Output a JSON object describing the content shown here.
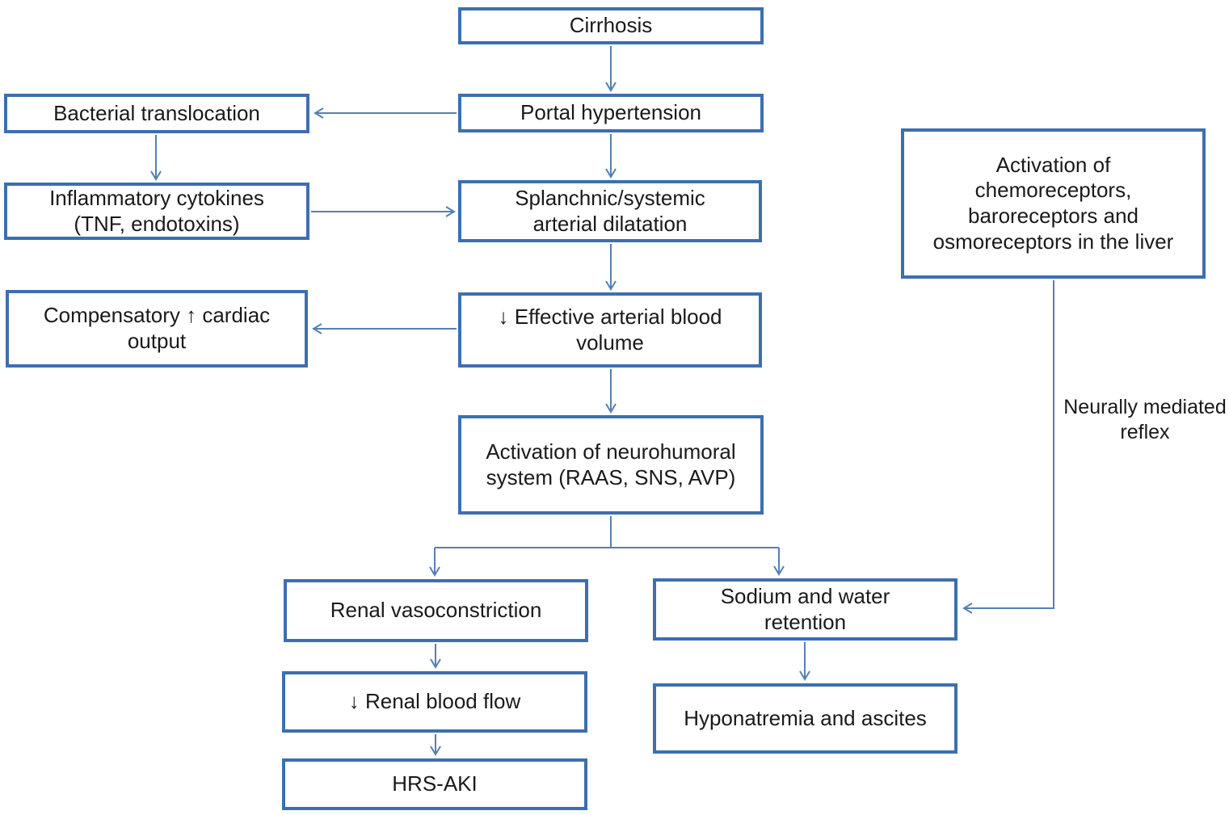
{
  "diagram": {
    "type": "flowchart",
    "colors": {
      "box_border": "#3d6fae",
      "connector": "#5580b3",
      "text": "#1a1a1a",
      "background": "#ffffff"
    },
    "nodes": {
      "cirrhosis": {
        "label": "Cirrhosis"
      },
      "portal_hypertension": {
        "label": "Portal hypertension"
      },
      "bacterial_translocation": {
        "label": "Bacterial translocation"
      },
      "inflammatory_cytokines": {
        "label": "Inflammatory cytokines\n(TNF, endotoxins)"
      },
      "splanchnic_dilatation": {
        "label": "Splanchnic/systemic\narterial dilatation"
      },
      "effective_arterial_volume": {
        "label": "↓ Effective arterial blood\nvolume"
      },
      "compensatory_cardiac_output": {
        "label": "Compensatory ↑ cardiac\noutput"
      },
      "neurohumoral_activation": {
        "label": "Activation of neurohumoral\nsystem (RAAS, SNS, AVP)"
      },
      "renal_vasoconstriction": {
        "label": "Renal vasoconstriction"
      },
      "renal_blood_flow": {
        "label": "↓ Renal blood flow"
      },
      "hrs_aki": {
        "label": "HRS-AKI"
      },
      "sodium_water_retention": {
        "label": "Sodium and water\nretention"
      },
      "hyponatremia_ascites": {
        "label": "Hyponatremia and ascites"
      },
      "receptor_activation": {
        "label": "Activation of\nchemoreceptors,\nbaroreceptors and\nosmoreceptors in the liver"
      }
    },
    "edge_labels": {
      "neurally_mediated_reflex": "Neurally mediated\nreflex"
    },
    "edges": [
      {
        "from": "cirrhosis",
        "to": "portal_hypertension"
      },
      {
        "from": "portal_hypertension",
        "to": "bacterial_translocation"
      },
      {
        "from": "bacterial_translocation",
        "to": "inflammatory_cytokines"
      },
      {
        "from": "inflammatory_cytokines",
        "to": "splanchnic_dilatation"
      },
      {
        "from": "portal_hypertension",
        "to": "splanchnic_dilatation"
      },
      {
        "from": "splanchnic_dilatation",
        "to": "effective_arterial_volume"
      },
      {
        "from": "effective_arterial_volume",
        "to": "compensatory_cardiac_output"
      },
      {
        "from": "effective_arterial_volume",
        "to": "neurohumoral_activation"
      },
      {
        "from": "neurohumoral_activation",
        "to": "renal_vasoconstriction"
      },
      {
        "from": "neurohumoral_activation",
        "to": "sodium_water_retention"
      },
      {
        "from": "renal_vasoconstriction",
        "to": "renal_blood_flow"
      },
      {
        "from": "renal_blood_flow",
        "to": "hrs_aki"
      },
      {
        "from": "sodium_water_retention",
        "to": "hyponatremia_ascites"
      },
      {
        "from": "receptor_activation",
        "to": "sodium_water_retention",
        "label": "neurally_mediated_reflex"
      }
    ]
  }
}
